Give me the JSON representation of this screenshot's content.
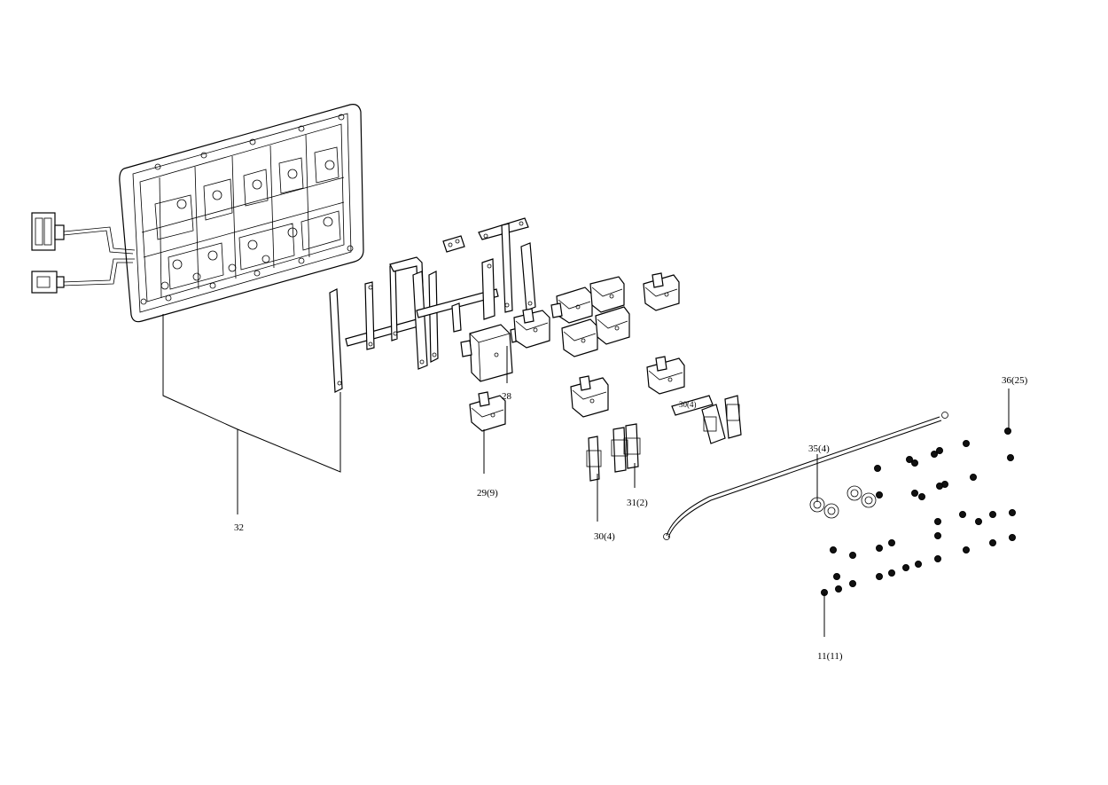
{
  "diagram": {
    "callouts": [
      {
        "id": "c28",
        "text": "28"
      },
      {
        "id": "c29",
        "text": "29(9)"
      },
      {
        "id": "c30",
        "text": "30(4)"
      },
      {
        "id": "c30b",
        "text": "30(4)"
      },
      {
        "id": "c31",
        "text": "31(2)"
      },
      {
        "id": "c32",
        "text": "32"
      },
      {
        "id": "c35",
        "text": "35(4)"
      },
      {
        "id": "c36",
        "text": "36(25)"
      },
      {
        "id": "c11",
        "text": "11(11)"
      }
    ]
  }
}
